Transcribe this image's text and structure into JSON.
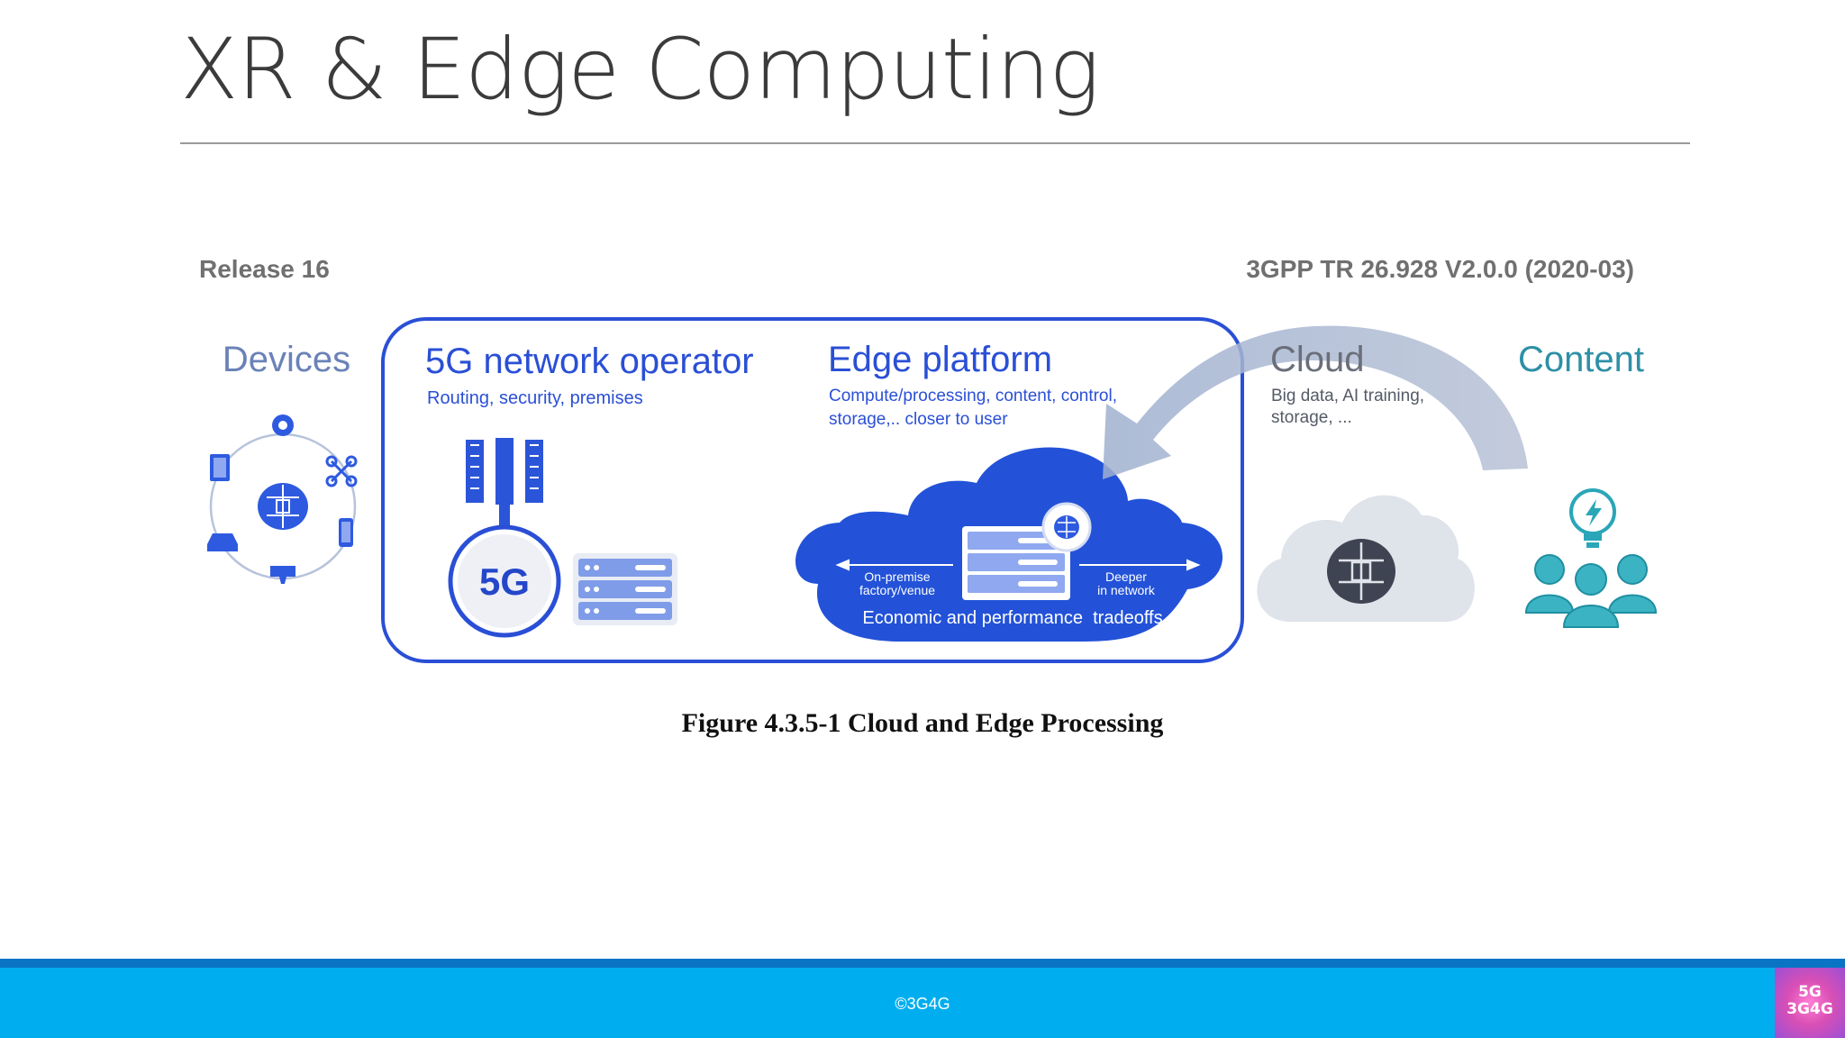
{
  "slide": {
    "title": "XR & Edge Computing",
    "footer": "©3G4G"
  },
  "logo": {
    "line1": "5G",
    "line2": "3G4G"
  },
  "figure": {
    "release": "Release 16",
    "reference": "3GPP TR 26.928 V2.0.0 (2020-03)",
    "devices": {
      "title": "Devices"
    },
    "operator": {
      "title": "5G network operator",
      "subtitle": "Routing, security, premises",
      "badge": "5G"
    },
    "edge": {
      "title": "Edge platform",
      "subtitle_1": "Compute/processing, content, control,",
      "subtitle_2": "storage,.. closer to user",
      "left_label_1": "On-premise",
      "left_label_2": "factory/venue",
      "right_label_1": "Deeper",
      "right_label_2": "in network",
      "tradeoff": "Economic and performance  tradeoffs"
    },
    "cloud": {
      "title": "Cloud",
      "subtitle_1": "Big data, AI training,",
      "subtitle_2": "storage, ..."
    },
    "content": {
      "title": "Content"
    },
    "caption": "Figure 4.3.5-1 Cloud and Edge Processing"
  },
  "colors": {
    "brand_blue": "#2a4fd6",
    "edge_cloud_blue": "#2352d8",
    "device_blue": "#2e5ae0",
    "content_teal": "#2aa6b8",
    "cloud_grey": "#dfe3ea",
    "arrow_grey": "#aab6cc",
    "footer_blue": "#00aeef"
  }
}
